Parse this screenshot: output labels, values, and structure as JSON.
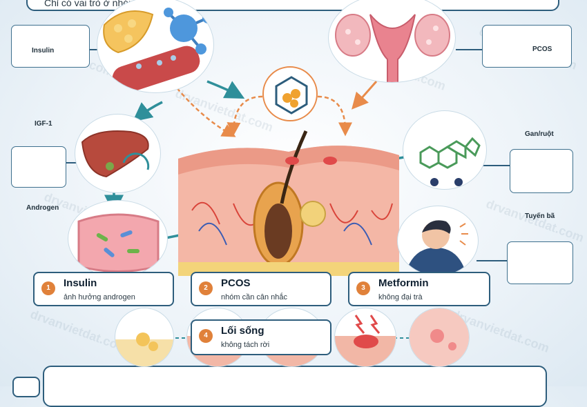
{
  "header": {
    "caption": "Chỉ có vai trò ở nhóm chọn lọc."
  },
  "side_labels": {
    "insulin": "Insulin",
    "igf1": "IGF-1",
    "androgen": "Androgen",
    "pcos": "PCOS",
    "gan_ruot": "Gan/ruột",
    "tuyen_ba": "Tuyến bã"
  },
  "cards": [
    {
      "number": "1",
      "title": "Insulin",
      "subtitle": "ảnh hưởng androgen"
    },
    {
      "number": "2",
      "title": "PCOS",
      "subtitle": "nhóm cần cân nhắc"
    },
    {
      "number": "3",
      "title": "Metformin",
      "subtitle": "không đại trà"
    },
    {
      "number": "4",
      "title": "Lối sống",
      "subtitle": "không tách rời"
    }
  ],
  "watermark": "drvanvietdat.com",
  "colors": {
    "primary_border": "#2d5d7c",
    "accent_orange": "#e0813a",
    "arrow_teal": "#2f8f9a",
    "dashed_orange": "#e88b4a"
  },
  "icons": [
    "pancreas-icon",
    "molecule-icon",
    "blood-vessel-icon",
    "liver-icon",
    "intestine-icon",
    "uterus-ovaries-icon",
    "steroid-molecule-icon",
    "headache-woman-icon",
    "skin-cross-section-icon",
    "hexagon-molecule-icon"
  ]
}
